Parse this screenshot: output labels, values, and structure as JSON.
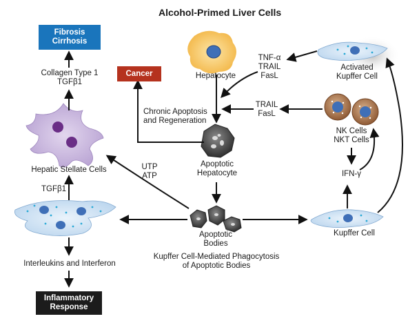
{
  "title": "Alcohol-Primed Liver Cells",
  "outcomes": {
    "fibrosis": {
      "line1": "Fibrosis",
      "line2": "Cirrhosis"
    },
    "cancer": "Cancer",
    "inflammatory": {
      "line1": "Inflammatory",
      "line2": "Response"
    }
  },
  "cells": {
    "hepatocyte": "Hepatocyte",
    "activated_kupffer": {
      "line1": "Activated",
      "line2": "Kupffer Cell"
    },
    "apoptotic_hepatocyte": {
      "line1": "Apoptotic",
      "line2": "Hepatocyte"
    },
    "nk_cells": {
      "line1": "NK Cells",
      "line2": "NKT Cells"
    },
    "hepatic_stellate": "Hepatic Stellate Cells",
    "apoptotic_bodies": {
      "line1": "Apoptotic",
      "line2": "Bodies"
    },
    "kupffer": "Kupffer Cell"
  },
  "labels": {
    "collagen": {
      "line1": "Collagen Type 1",
      "line2": "TGFβ1"
    },
    "tnf": {
      "line1": "TNF-α",
      "line2": "TRAIL",
      "line3": "FasL"
    },
    "trail_fasl": {
      "line1": "TRAIL",
      "line2": "FasL"
    },
    "chronic": {
      "line1": "Chronic Apoptosis",
      "line2": "and Regeneration"
    },
    "utp_atp": {
      "line1": "UTP",
      "line2": "ATP"
    },
    "tgfb1": "TGFβ1",
    "ifn": "IFN-γ",
    "interleukins": "Interleukins and Interferon",
    "phagocytosis": {
      "line1": "Kupffer Cell-Mediated Phagocytosis",
      "line2": "of Apoptotic Bodies"
    }
  },
  "colors": {
    "fibrosis_box": "#1a75bc",
    "cancer_box": "#b5321e",
    "inflammatory_box": "#1c1c1c",
    "hepatocyte": "#f6c35a",
    "stellate": "#c9b7dc",
    "kupffer": "#cfe3f3",
    "nk_cell": "#a8744e",
    "apoptotic": "#4e4e4e"
  }
}
